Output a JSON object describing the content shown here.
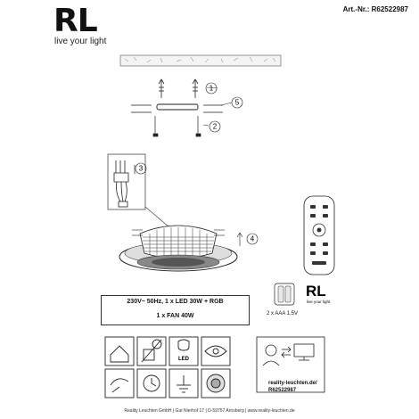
{
  "brand": {
    "logo": "RL",
    "tagline": "live your light"
  },
  "article_number": "Art.-Nr.: R62522987",
  "steps": {
    "1": "1",
    "2": "2",
    "3": "3",
    "4": "4",
    "5": "5"
  },
  "specs": {
    "line1": "230V~ 50Hz, 1 x LED 30W + RGB",
    "line2": "1 x FAN 40W"
  },
  "remote": {
    "brand": "RL",
    "tagline": "live your light",
    "battery_label": "2 x AAA 1.5V"
  },
  "led_label": "LED",
  "support": {
    "url": "reality-leuchten.de/",
    "code": "R62522987"
  },
  "footer": "Reality Leuchten GmbH  |  Gut Nierhof 17  |  D-59757 Arnsberg  |  www.reality-leuchten.de"
}
